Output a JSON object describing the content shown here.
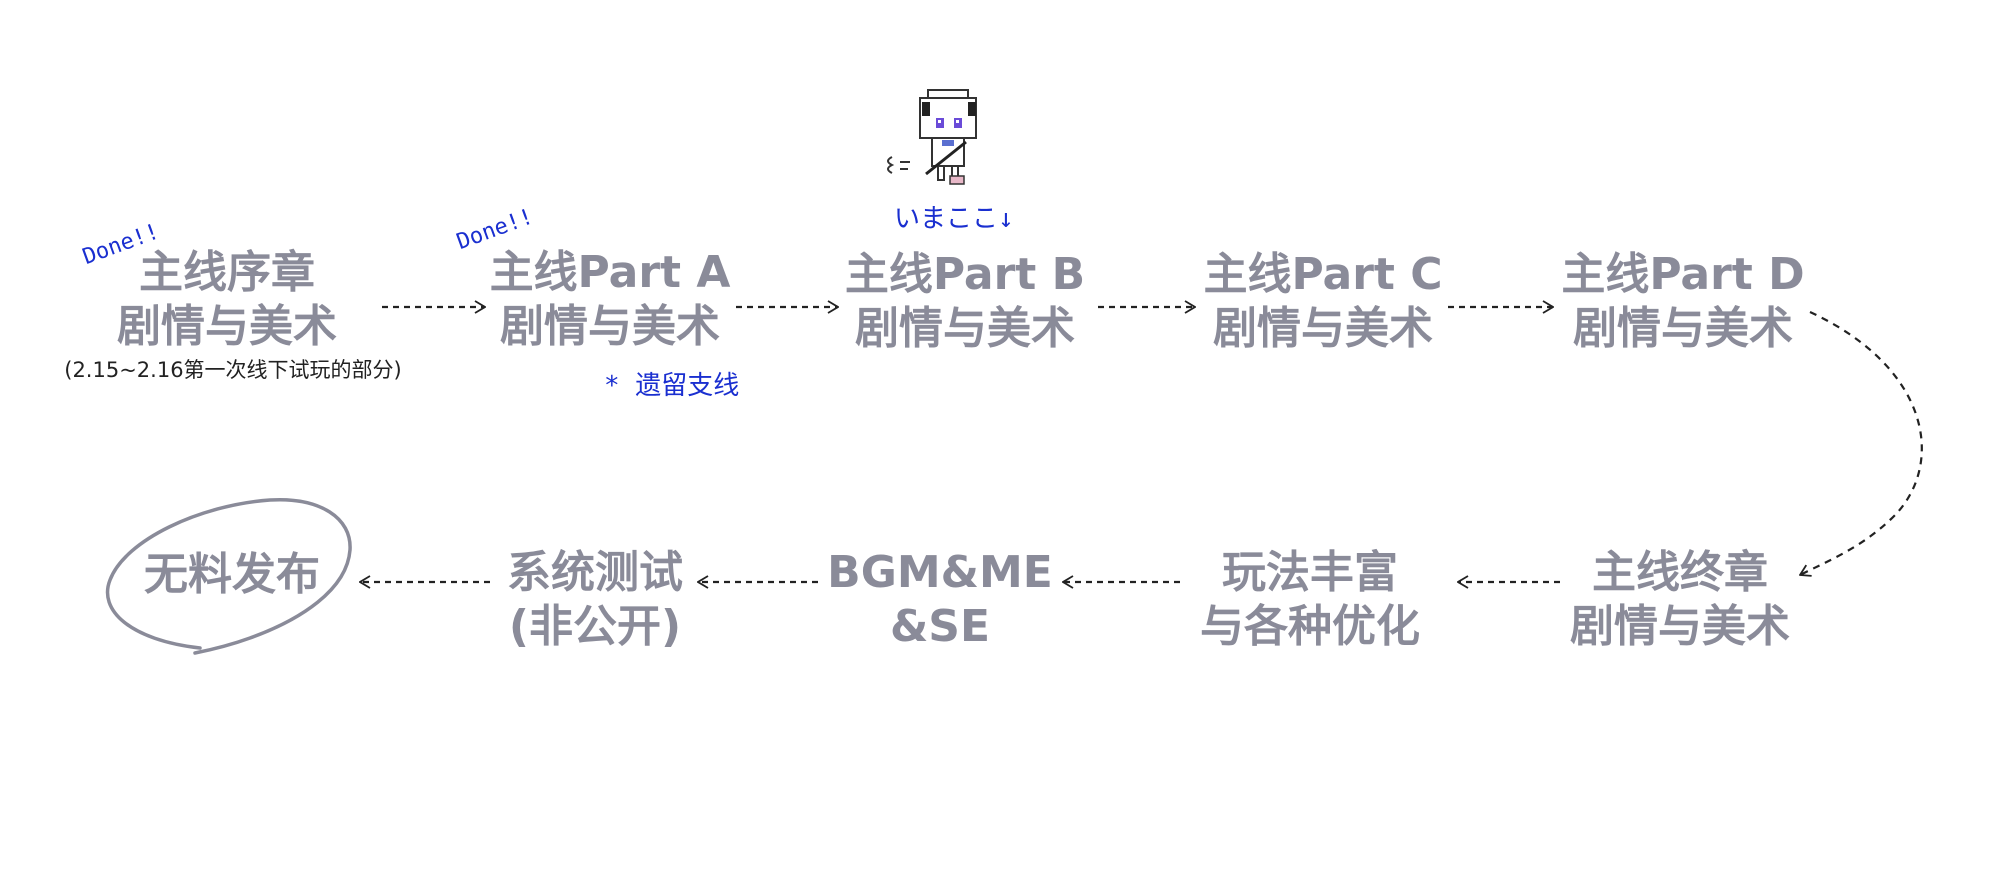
{
  "nodes": [
    {
      "id": "prologue",
      "lines": [
        "主线序章",
        "剧情与美术"
      ]
    },
    {
      "id": "part-a",
      "lines": [
        "主线Part A",
        "剧情与美术"
      ]
    },
    {
      "id": "part-b",
      "lines": [
        "主线Part B",
        "剧情与美术"
      ]
    },
    {
      "id": "part-c",
      "lines": [
        "主线Part C",
        "剧情与美术"
      ]
    },
    {
      "id": "part-d",
      "lines": [
        "主线Part D",
        "剧情与美术"
      ]
    },
    {
      "id": "final-chapter",
      "lines": [
        "主线终章",
        "剧情与美术"
      ]
    },
    {
      "id": "gameplay",
      "lines": [
        "玩法丰富",
        "与各种优化"
      ]
    },
    {
      "id": "audio",
      "lines": [
        "BGM&ME",
        "&SE"
      ]
    },
    {
      "id": "system-test",
      "lines": [
        "系统测试",
        "(非公开)"
      ]
    },
    {
      "id": "release",
      "lines": [
        "无料发布"
      ]
    }
  ],
  "notes": {
    "done_1": "Done!!",
    "done_2": "Done!!",
    "prologue_sub": "(2.15~2.16第一次线下试玩的部分)",
    "part_a_sub": "* 遗留支线",
    "current_marker": "いまここ↓"
  },
  "colors": {
    "node_text": "#8a8b99",
    "annotation_blue": "#1a2fd0",
    "arrow": "#222222",
    "release_circle": "#8a8b99"
  },
  "icons": {
    "mascot": "pixel-character-icon"
  }
}
